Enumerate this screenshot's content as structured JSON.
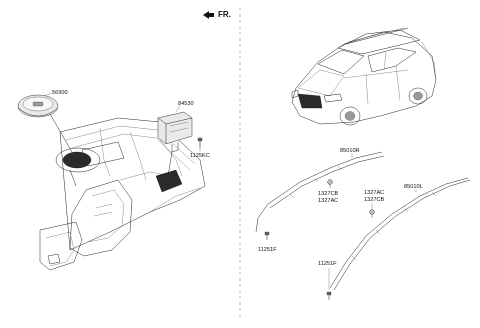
{
  "direction_label": "FR.",
  "parts": {
    "steering_airbag": "56900",
    "passenger_airbag": "84530",
    "mount_bolt": "1125KC",
    "curtain_airbag_right": "85010R",
    "curtain_airbag_left": "85010L",
    "clip_a_1": "1327CB",
    "clip_a_2": "1327AC",
    "clip_b_1": "1327AC",
    "clip_b_2": "1327CB",
    "bolt_right": "11251F",
    "bolt_left": "11251F"
  },
  "colors": {
    "line": "#222222",
    "part_fill": "#e9e9e9",
    "dark": "#2a2a2a"
  }
}
